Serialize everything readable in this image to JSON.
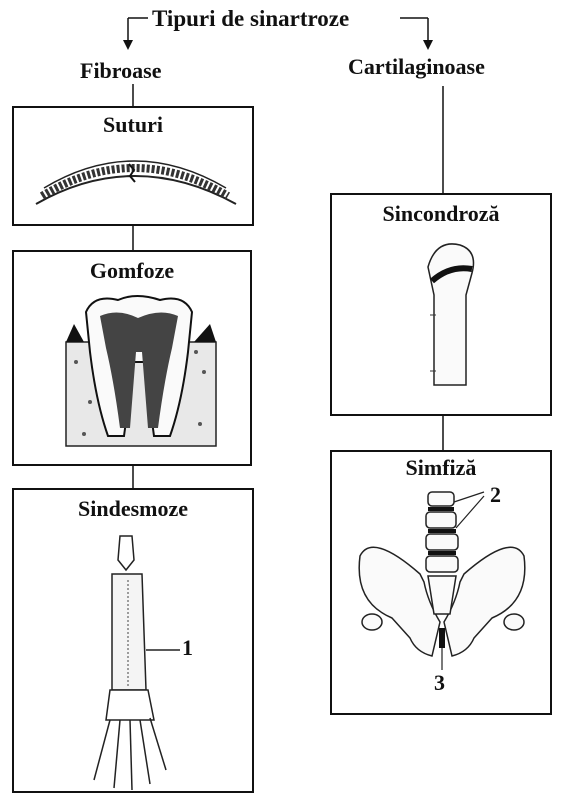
{
  "title": "Tipuri de sinartroze",
  "categories": {
    "fibrous": "Fibroase",
    "cartilaginous": "Cartilaginoase"
  },
  "fibrous_types": {
    "sutures": "Suturi",
    "gomphoses": "Gomfoze",
    "syndesmoses": "Sindesmoze"
  },
  "cartilaginous_types": {
    "synchondrosis": "Sincondroză",
    "symphysis": "Simfiză"
  },
  "callouts": {
    "one": "1",
    "two": "2",
    "three": "3"
  }
}
